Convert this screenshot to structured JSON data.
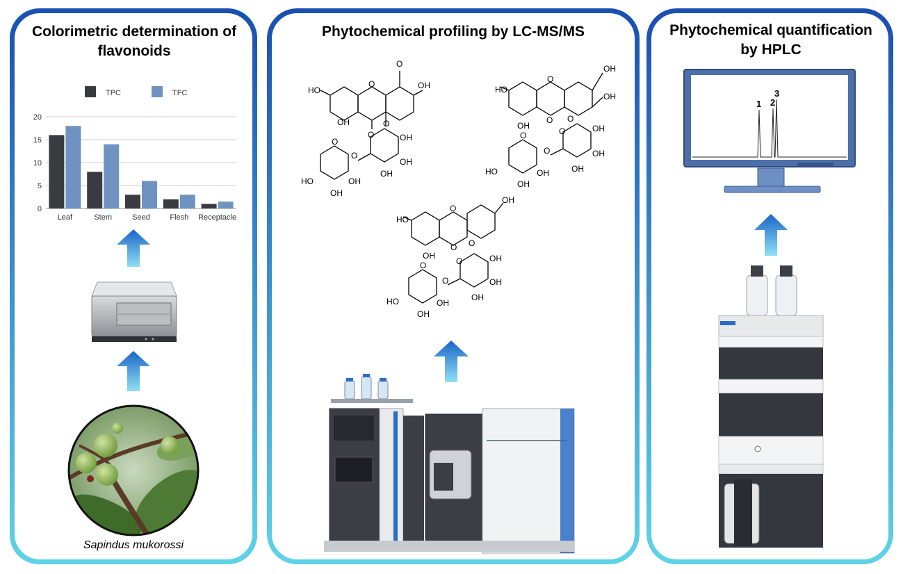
{
  "panels": [
    {
      "title": "Colorimetric determination of flavonoids"
    },
    {
      "title": "Phytochemical profiling by LC-MS/MS"
    },
    {
      "title": "Phytochemical quantification by HPLC"
    }
  ],
  "colors": {
    "panel_border_outer": "#1b4fb0",
    "panel_border_inner": "#5fd3e6",
    "arrow_top": "#1a64c6",
    "arrow_bottom": "#7fd8f2",
    "tpc": "#3a3b40",
    "tfc": "#6f93c0"
  },
  "chart_data": {
    "type": "bar",
    "categories": [
      "Leaf",
      "Stem",
      "Seed",
      "Flesh",
      "Receptacle"
    ],
    "series": [
      {
        "name": "TPC",
        "values": [
          16,
          8,
          3,
          2,
          1
        ],
        "color": "#3a3b40"
      },
      {
        "name": "TFC",
        "values": [
          18,
          14,
          6,
          3,
          1.5
        ],
        "color": "#6f93c0"
      }
    ],
    "yticks": [
      "0",
      "5",
      "10",
      "15",
      "20"
    ],
    "ylim": [
      0,
      20
    ],
    "grid": true,
    "legend": "top"
  },
  "plant_label": "Sapindus mukorossi",
  "hplc_peaks": [
    "1",
    "2",
    "3"
  ],
  "icons": [
    "microplate-reader-icon",
    "lc-ms-instrument-icon",
    "hplc-instrument-icon",
    "monitor-icon",
    "plant-photo"
  ],
  "mol1": {
    "labels": [
      "HO",
      "O",
      "OH",
      "O",
      "OH",
      "O",
      "O",
      "O",
      "OH",
      "OH",
      "OH",
      "HO",
      "OH",
      "OH",
      "O"
    ]
  },
  "mol2": {
    "labels": [
      "HO",
      "O",
      "OH",
      "OH",
      "OH",
      "O",
      "O",
      "O",
      "O",
      "OH",
      "OH",
      "OH",
      "HO",
      "OH",
      "OH",
      "O"
    ]
  },
  "mol3": {
    "labels": [
      "HO",
      "O",
      "OH",
      "OH",
      "O",
      "O",
      "O",
      "O",
      "OH",
      "OH",
      "OH",
      "HO",
      "OH",
      "OH",
      "O"
    ]
  }
}
